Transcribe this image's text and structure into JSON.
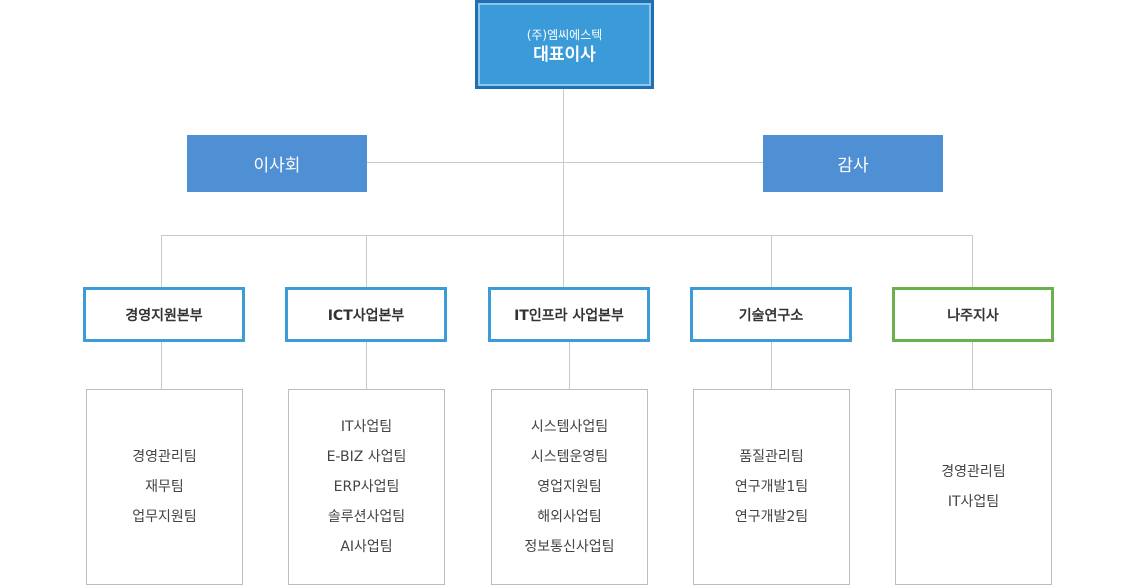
{
  "ceo": {
    "company": "(주)엠씨에스텍",
    "title": "대표이사"
  },
  "board": {
    "label": "이사회"
  },
  "audit": {
    "label": "감사"
  },
  "divisions": [
    {
      "label": "경영지원본부",
      "teams": [
        "경영관리팀",
        "재무팀",
        "업무지원팀"
      ]
    },
    {
      "label": "ICT사업본부",
      "teams": [
        "IT사업팀",
        "E-BIZ 사업팀",
        "ERP사업팀",
        "솔루션사업팀",
        "AI사업팀"
      ]
    },
    {
      "label": "IT인프라 사업본부",
      "teams": [
        "시스템사업팀",
        "시스템운영팀",
        "영업지원팀",
        "해외사업팀",
        "정보통신사업팀"
      ]
    },
    {
      "label": "기술연구소",
      "teams": [
        "품질관리팀",
        "연구개발1팀",
        "연구개발2팀"
      ]
    },
    {
      "label": "나주지사",
      "teams": [
        "경영관리팀",
        "IT사업팀"
      ]
    }
  ],
  "colors": {
    "ceo_fill": "#3b9bd8",
    "ceo_border": "#1f6fb2",
    "board_fill": "#4f8fd3",
    "division_border": "#3c9cd8",
    "branch_border": "#6ab04c",
    "line": "#c9c9c9"
  }
}
